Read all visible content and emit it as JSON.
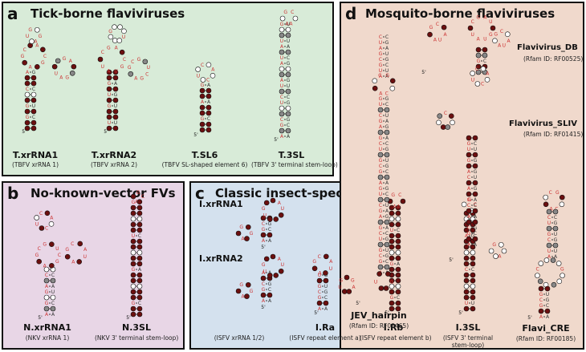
{
  "panels": {
    "a": {
      "letter": "a",
      "title": "Tick-borne flaviviruses"
    },
    "b": {
      "letter": "b",
      "title": "No-known-vector FVs"
    },
    "c": {
      "letter": "c",
      "title": "Classic insect-specific FVs"
    },
    "d": {
      "letter": "d",
      "title": "Mosquito-borne flaviviruses"
    }
  },
  "structures": {
    "t_xrrna1": {
      "name": "T.xrRNA1",
      "desc": "(TBFV xrRNA 1)"
    },
    "t_xrrna2": {
      "name": "T.xrRNA2",
      "desc": "(TBFV xrRNA 2)"
    },
    "t_sl6": {
      "name": "T.SL6",
      "desc": "(TBFV SL-shaped element 6)"
    },
    "t_3sl": {
      "name": "T.3SL",
      "desc": "(TBFV 3' terminal stem-loop)"
    },
    "n_xrrna1": {
      "name": "N.xrRNA1",
      "desc": "(NKV xrRNA 1)"
    },
    "n_3sl": {
      "name": "N.3SL",
      "desc": "(NKV 3' terminal stem-loop)"
    },
    "i_xrrna1": {
      "name": "I.xrRNA1"
    },
    "i_xrrna2": {
      "name": "I.xrRNA2",
      "desc": "(ISFV xrRNA 1/2)"
    },
    "i_ra": {
      "name": "I.Ra",
      "desc": "(ISFV repeat element a)"
    },
    "i_rb": {
      "name": "I.Rb",
      "desc": "(ISFV repeat element b)"
    },
    "i_3sl": {
      "name": "I.3SL",
      "desc_line1": "(ISFV 3' terminal",
      "desc_line2": "stem-loop)"
    },
    "jev": {
      "name": "JEV_hairpin",
      "desc": "(Rfam ID: RF00465)"
    },
    "flavi_db": {
      "name": "Flavivirus_DB",
      "desc": "(Rfam ID: RF00525)"
    },
    "flavi_sliv": {
      "name": "Flavivirus_SLIV",
      "desc": "(Rfam ID: RF01415)"
    },
    "flavi_cre": {
      "name": "Flavi_CRE",
      "desc": "(Rfam ID: RF00185)"
    }
  },
  "colors": {
    "panel_a": "#d8ebd8",
    "panel_b": "#e8d6e6",
    "panel_c": "#d4e1ee",
    "panel_d": "#f0d9cc",
    "nucleotide_red": "#cc3333",
    "dot_dark": "#6b0f0f",
    "dot_grey": "#888888"
  }
}
